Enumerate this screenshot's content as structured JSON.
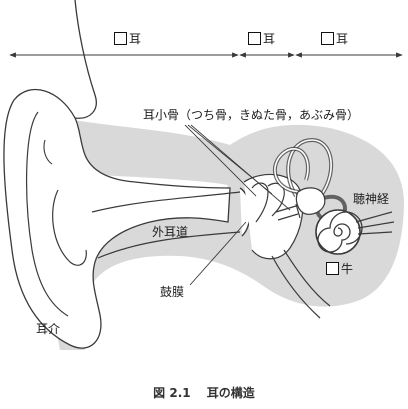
{
  "labels": {
    "outer_region_suffix": "耳",
    "middle_region_suffix": "耳",
    "inner_region_suffix": "耳",
    "ossicles": "耳小骨（つち骨，きぬた骨，あぶみ骨）",
    "auditory_nerve": "聴神経",
    "ear_canal": "外耳道",
    "cochlea_suffix": "牛",
    "eardrum": "鼓膜",
    "pinna": "耳介"
  },
  "caption": {
    "number": "図 2.1",
    "title": "耳の構造"
  },
  "colors": {
    "tissue_fill": "#d9d9d9",
    "line": "#3a3a3a",
    "background": "#ffffff"
  }
}
